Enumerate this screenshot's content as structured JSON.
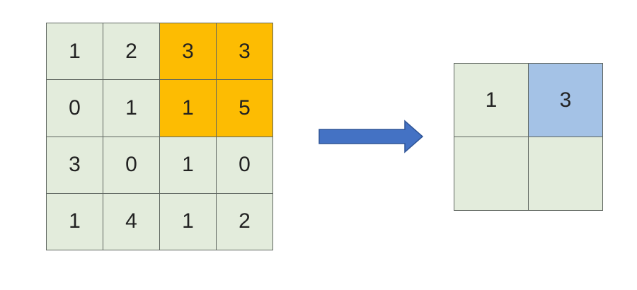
{
  "colors": {
    "cell_default": "#e3ecdc",
    "cell_highlight": "#fdbc02",
    "cell_result": "#a4c2e6",
    "grid_border": "#5f6660",
    "arrow_fill": "#4472c4",
    "arrow_stroke": "#2f5597"
  },
  "input_grid": {
    "cells": [
      [
        {
          "value": "1",
          "highlight": false
        },
        {
          "value": "2",
          "highlight": false
        },
        {
          "value": "3",
          "highlight": true
        },
        {
          "value": "3",
          "highlight": true
        }
      ],
      [
        {
          "value": "0",
          "highlight": false
        },
        {
          "value": "1",
          "highlight": false
        },
        {
          "value": "1",
          "highlight": true
        },
        {
          "value": "5",
          "highlight": true
        }
      ],
      [
        {
          "value": "3",
          "highlight": false
        },
        {
          "value": "0",
          "highlight": false
        },
        {
          "value": "1",
          "highlight": false
        },
        {
          "value": "0",
          "highlight": false
        }
      ],
      [
        {
          "value": "1",
          "highlight": false
        },
        {
          "value": "4",
          "highlight": false
        },
        {
          "value": "1",
          "highlight": false
        },
        {
          "value": "2",
          "highlight": false
        }
      ]
    ]
  },
  "arrow": {
    "icon": "right-arrow-icon"
  },
  "output_grid": {
    "cells": [
      [
        {
          "value": "1",
          "highlight": false
        },
        {
          "value": "3",
          "highlight": true
        }
      ],
      [
        {
          "value": "",
          "highlight": false
        },
        {
          "value": "",
          "highlight": false
        }
      ]
    ]
  }
}
